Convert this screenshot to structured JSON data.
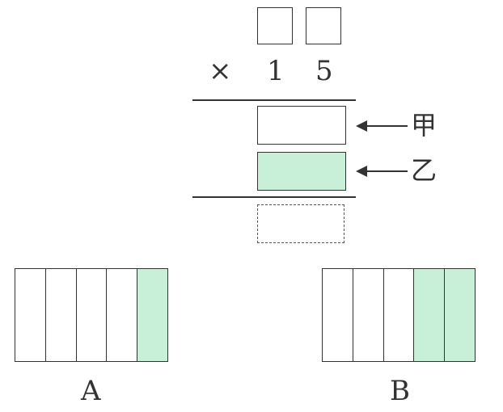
{
  "multiplication": {
    "operator": "×",
    "multiplier_digits": [
      "1",
      "5"
    ],
    "unknown_digit_count": 2
  },
  "partial_products": [
    {
      "label": "甲",
      "shaded": false
    },
    {
      "label": "乙",
      "shaded": true
    }
  ],
  "figures": [
    {
      "label": "A",
      "columns": 5,
      "shaded_columns": [
        5
      ]
    },
    {
      "label": "B",
      "columns": 5,
      "shaded_columns": [
        4,
        5
      ]
    }
  ],
  "colors": {
    "shade": "#c8f0d8",
    "line": "#333333"
  }
}
